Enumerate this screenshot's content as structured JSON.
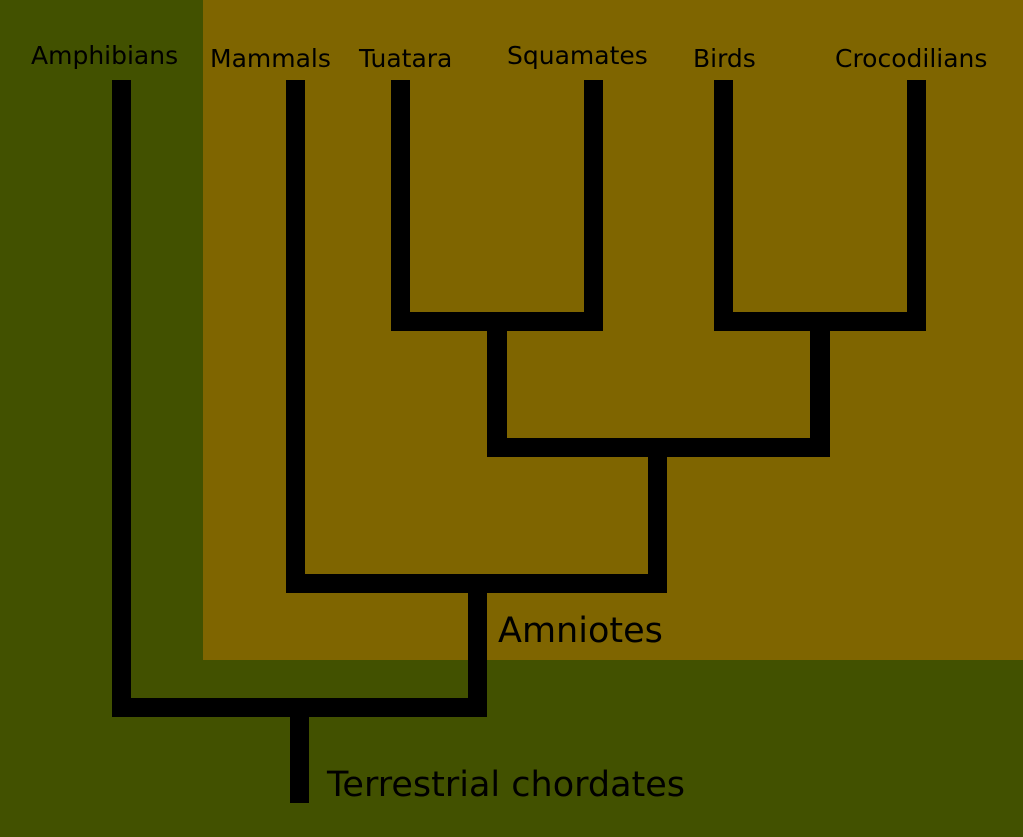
{
  "colors": {
    "outer": "#425100",
    "amniote_region": "#7f6500",
    "branches": "#000000"
  },
  "taxa": [
    "Amphibians",
    "Mammals",
    "Tuatara",
    "Squamates",
    "Birds",
    "Crocodilians"
  ],
  "clades": {
    "amniotes": "Amniotes",
    "root": "Terrestrial chordates"
  }
}
